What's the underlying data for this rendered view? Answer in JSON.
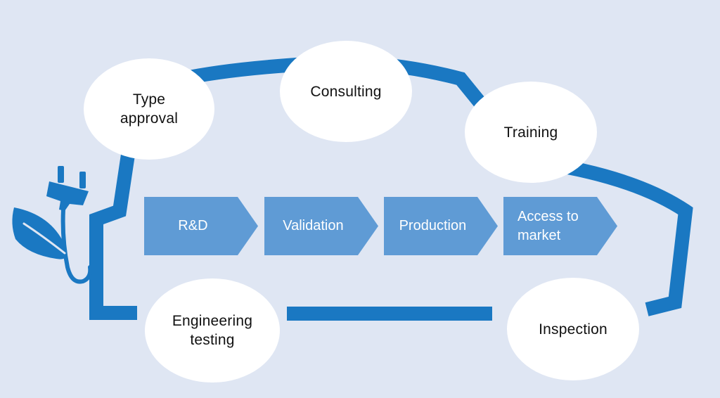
{
  "colors": {
    "background": "#dfe6f3",
    "track": "#1a78c2",
    "step_fill": "#5f9bd5",
    "bubble_fill": "#ffffff",
    "label_text": "#111111",
    "step_text": "#ffffff"
  },
  "icons": [
    "plug-icon",
    "leaf-icon"
  ],
  "services": [
    {
      "id": "type-approval",
      "label": "Type\napproval"
    },
    {
      "id": "consulting",
      "label": "Consulting"
    },
    {
      "id": "training",
      "label": "Training"
    },
    {
      "id": "inspection",
      "label": "Inspection"
    },
    {
      "id": "engineering-testing",
      "label": "Engineering\ntesting"
    }
  ],
  "process_steps": [
    {
      "id": "rd",
      "label": "R&D"
    },
    {
      "id": "validation",
      "label": "Validation"
    },
    {
      "id": "production",
      "label": "Production"
    },
    {
      "id": "access-to-market",
      "label": "Access to\nmarket"
    }
  ]
}
